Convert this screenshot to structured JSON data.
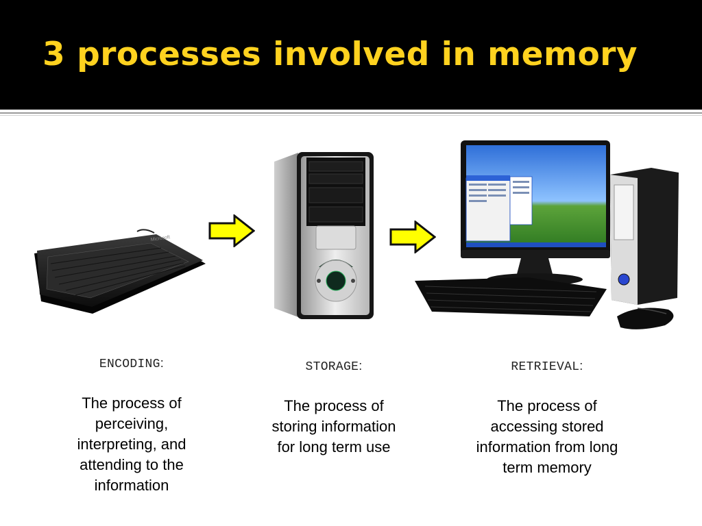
{
  "slide": {
    "title": "3 processes involved in memory"
  },
  "processes": [
    {
      "term": "ENCODING",
      "colon": ":",
      "description": "The process of perceiving, interpreting, and attending to the information"
    },
    {
      "term": "STORAGE",
      "colon": ":",
      "description": "The process of storing information for long term use"
    },
    {
      "term": "RETRIEVAL",
      "colon": ":",
      "description": "The process of accessing stored information from long term memory"
    }
  ],
  "images": [
    {
      "icon": "keyboard-icon",
      "label": "Microsoft"
    },
    {
      "icon": "computer-tower-icon",
      "label": ""
    },
    {
      "icon": "desktop-computer-icon",
      "label": ""
    }
  ],
  "colors": {
    "title": "#ffd21f",
    "title_bar": "#000000",
    "arrow_fill": "#ffff00",
    "arrow_stroke": "#111111"
  }
}
